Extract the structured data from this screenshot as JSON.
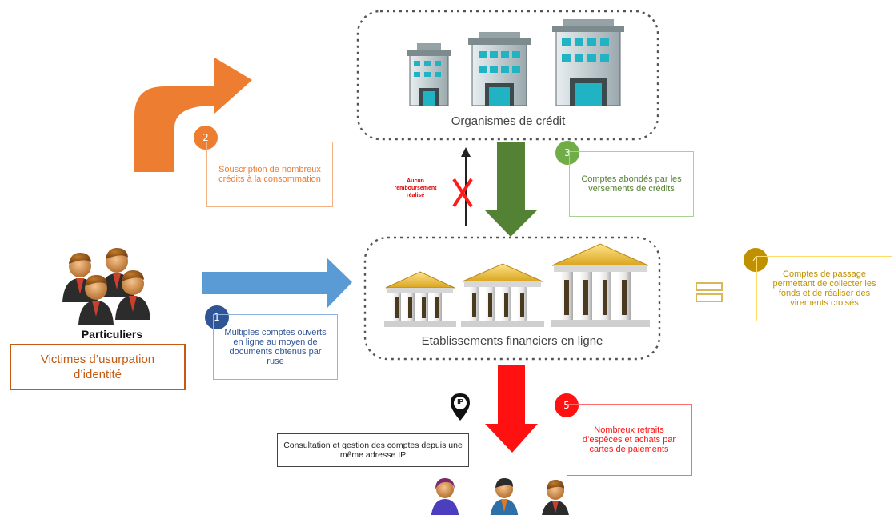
{
  "colors": {
    "orange": "#ED7D31",
    "green": "#548235",
    "blue": "#5B9BD5",
    "red": "#FF0000",
    "gold": "#BF9000",
    "navy": "#2F5597",
    "dark": "#333333"
  },
  "top_cluster": {
    "label": "Organismes de crédit"
  },
  "mid_cluster": {
    "label": "Etablissements financiers en ligne"
  },
  "particuliers": {
    "title": "Particuliers",
    "victims": "Victimes d’usurpation d’identité"
  },
  "steps": [
    {
      "number": "1",
      "text": "Multiples comptes ouverts en ligne au moyen de documents obtenus par ruse"
    },
    {
      "number": "2",
      "text": "Souscription de nombreux crédits à la consommation"
    },
    {
      "number": "3",
      "text": "Comptes abondés par les versements de crédits"
    },
    {
      "number": "4",
      "text": "Comptes de passage permettant de collecter les fonds et de réaliser des virements croisés"
    },
    {
      "number": "5",
      "text": "Nombreux retraits d’espèces et achats par cartes de paiements"
    }
  ],
  "no_refund": "Aucun remboursement réalisé",
  "ip": {
    "badge": "IP",
    "caption": "Consultation et gestion des comptes depuis une même adresse IP"
  },
  "icons": [
    "bank-building-icon",
    "bank-temple-icon",
    "people-icon",
    "ip-pin-icon",
    "cross-icon",
    "equals-icon"
  ]
}
